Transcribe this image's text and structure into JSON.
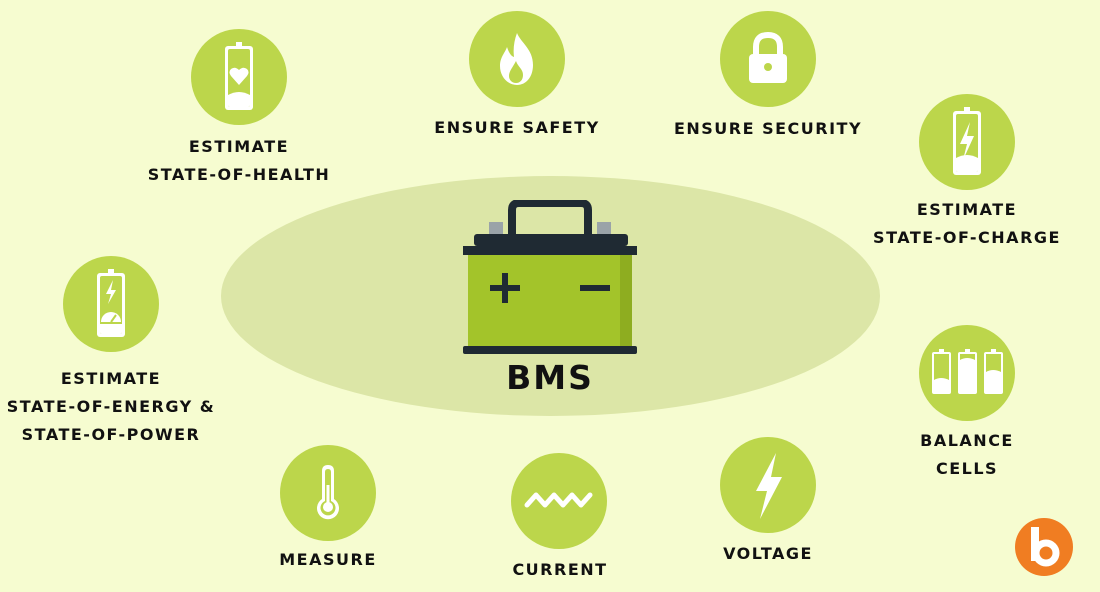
{
  "center": {
    "label": "BMS"
  },
  "features": {
    "soh": {
      "line1": "ESTIMATE",
      "line2": "STATE-OF-HEALTH",
      "icon": "battery-heart-icon"
    },
    "safety": {
      "line1": "ENSURE SAFETY",
      "icon": "flame-icon"
    },
    "security": {
      "line1": "ENSURE SECURITY",
      "icon": "padlock-icon"
    },
    "soc": {
      "line1": "ESTIMATE",
      "line2": "STATE-OF-CHARGE",
      "icon": "battery-bolt-icon"
    },
    "soe": {
      "line1": "ESTIMATE",
      "line2": "STATE-OF-ENERGY &",
      "line3": "STATE-OF-POWER",
      "icon": "battery-gauge-icon"
    },
    "balance": {
      "line1": "BALANCE",
      "line2": "CELLS",
      "icon": "three-cells-icon"
    },
    "measure": {
      "line1": "MEASURE",
      "icon": "thermometer-icon"
    },
    "current": {
      "line1": "CURRENT",
      "icon": "zigzag-wave-icon"
    },
    "voltage": {
      "line1": "VOLTAGE",
      "icon": "lightning-icon"
    }
  },
  "colors": {
    "background": "#f6fcd0",
    "ellipse": "#dce6a7",
    "icon_circle": "#bcd64b",
    "battery_body": "#a3c42a",
    "battery_dark": "#1f2a33",
    "logo": "#f07d22"
  }
}
